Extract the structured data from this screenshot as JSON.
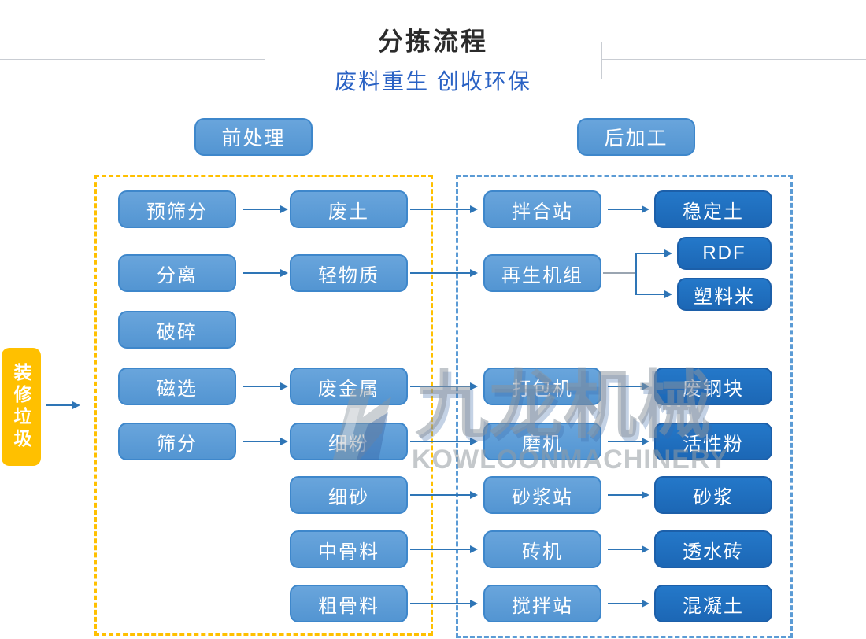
{
  "header": {
    "title": "分拣流程",
    "subtitle": "废料重生 创收环保"
  },
  "sections": {
    "pre_label": "前处理",
    "post_label": "后加工"
  },
  "source": {
    "label": "装修垃圾"
  },
  "pre": {
    "col1": [
      "预筛分",
      "分离",
      "破碎",
      "磁选",
      "筛分"
    ],
    "col2": [
      "废土",
      "轻物质",
      "废金属",
      "细粉",
      "细砂",
      "中骨料",
      "粗骨料"
    ]
  },
  "post": {
    "col1": [
      "拌合站",
      "再生机组",
      "打包机",
      "磨机",
      "砂浆站",
      "砖机",
      "搅拌站"
    ],
    "col2": [
      "稳定土",
      "RDF",
      "塑料米",
      "废钢块",
      "活性粉",
      "砂浆",
      "透水砖",
      "混凝土"
    ]
  },
  "watermark": {
    "cjk": "九龙机械",
    "latin": "KOWLOONMACHINERY"
  },
  "colors": {
    "node_light": "#5B9BD5",
    "node_dark": "#1F6EC1",
    "source_yellow": "#FFC000",
    "arrow_blue": "#2E75B6",
    "subtitle_blue": "#2A62C4",
    "pre_box_dash": "#FFC000",
    "post_box_dash": "#5B9BD5"
  }
}
